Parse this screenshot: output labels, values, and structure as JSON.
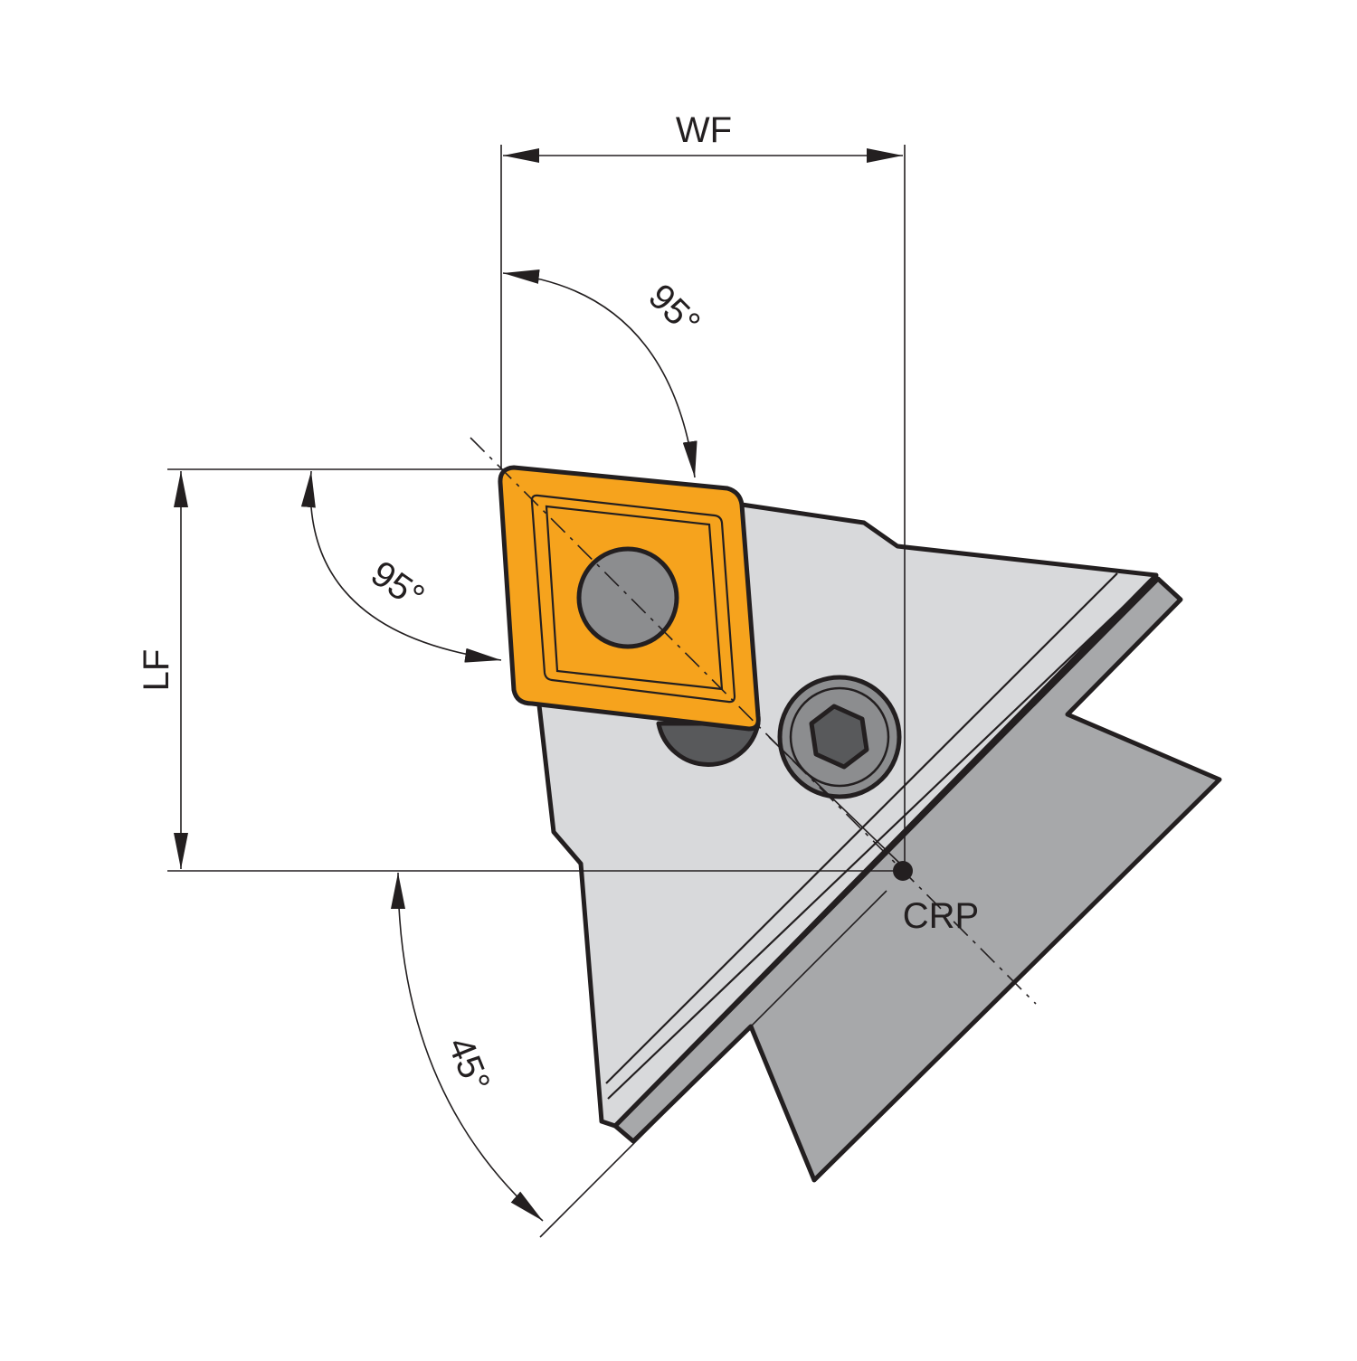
{
  "labels": {
    "wf": "WF",
    "lf": "LF",
    "angle_top": "95°",
    "angle_left": "95°",
    "angle_bottom": "45°",
    "crp": "CRP"
  },
  "colors": {
    "insert": "#f6a31d",
    "body_light": "#d8d9db",
    "body_mid": "#c9cacc",
    "shank": "#a7a8aa",
    "screw_dark": "#58595b",
    "screw_grey": "#8c8d8f",
    "line": "#231f20"
  }
}
